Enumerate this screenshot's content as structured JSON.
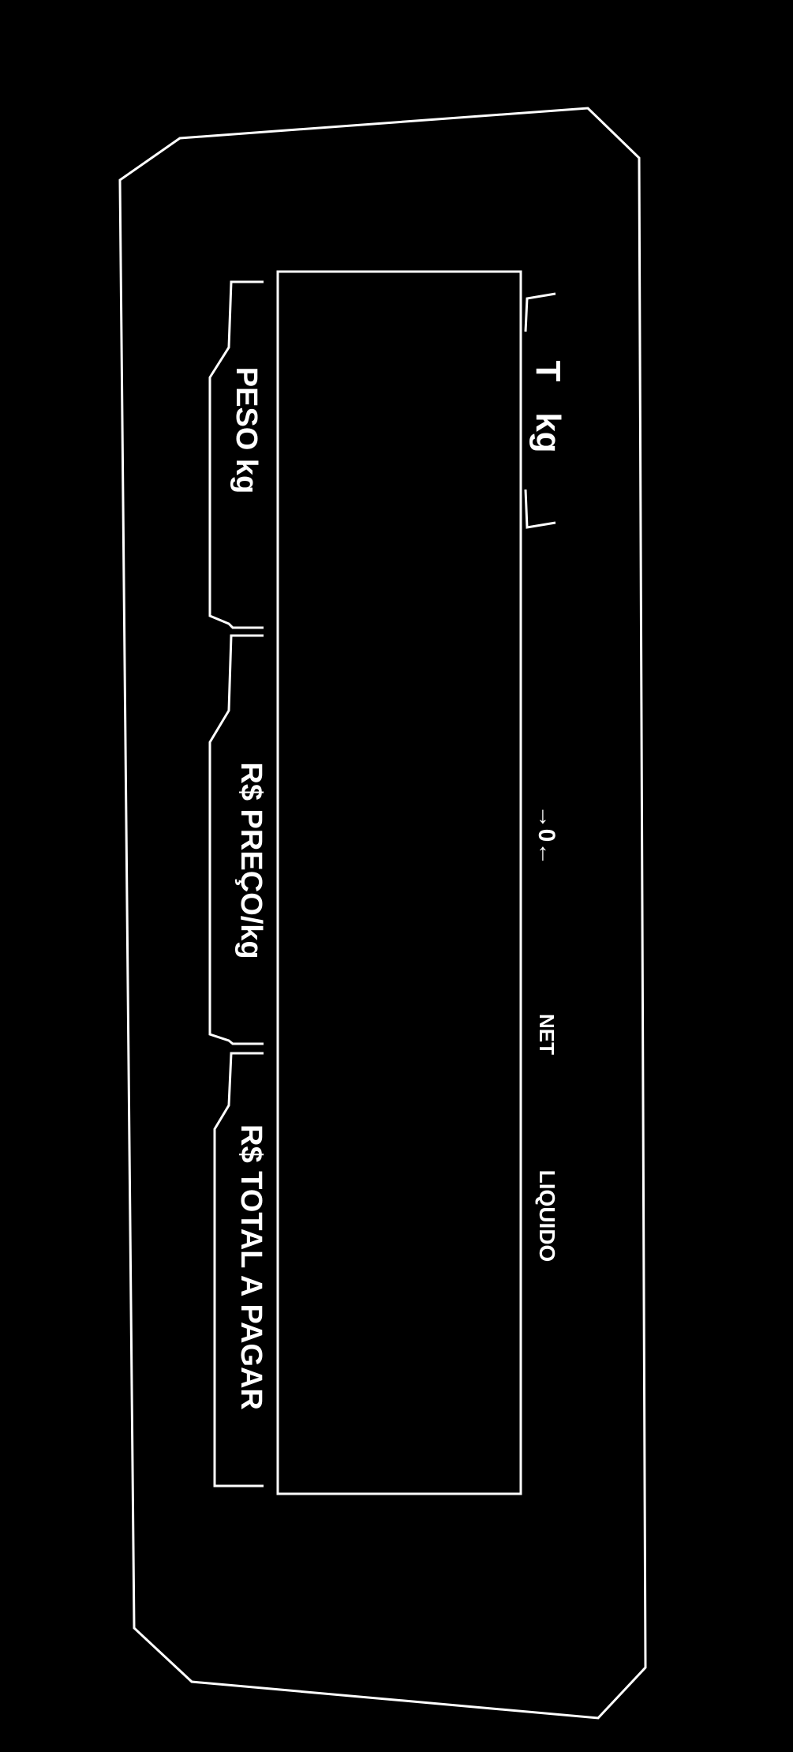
{
  "colors": {
    "background": "#000000",
    "line": "#ffffff",
    "text": "#ffffff"
  },
  "display_labels": {
    "weight": "PESO kg",
    "price_per_kg": "R$ PREÇO/kg",
    "total_to_pay": "R$ TOTAL A PAGAR"
  },
  "indicators": {
    "unit": "kg",
    "mark_t": "T",
    "zero": "→0←",
    "tare_net": "NET",
    "liquid": "LIQUIDO"
  }
}
